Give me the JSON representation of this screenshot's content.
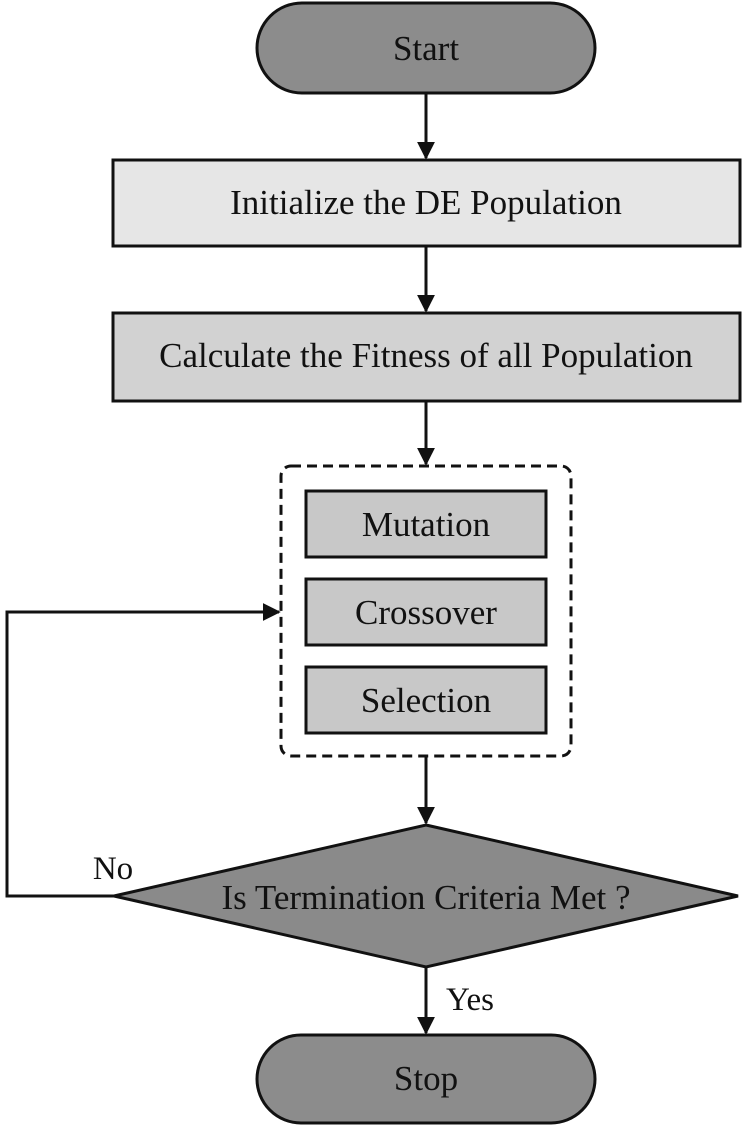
{
  "diagram": {
    "nodes": {
      "start": "Start",
      "init": "Initialize the DE Population",
      "fitness": "Calculate the Fitness of all Population",
      "mutation": "Mutation",
      "crossover": "Crossover",
      "selection": "Selection",
      "decision": "Is Termination Criteria Met ?",
      "stop": "Stop"
    },
    "edge_labels": {
      "no": "No",
      "yes": "Yes"
    },
    "colors": {
      "terminal_fill": "#8c8c8c",
      "init_fill": "#e6e6e6",
      "fitness_fill": "#d2d2d2",
      "operator_fill": "#c8c8c8",
      "decision_fill": "#8a8a8a",
      "stroke": "#111111"
    }
  }
}
